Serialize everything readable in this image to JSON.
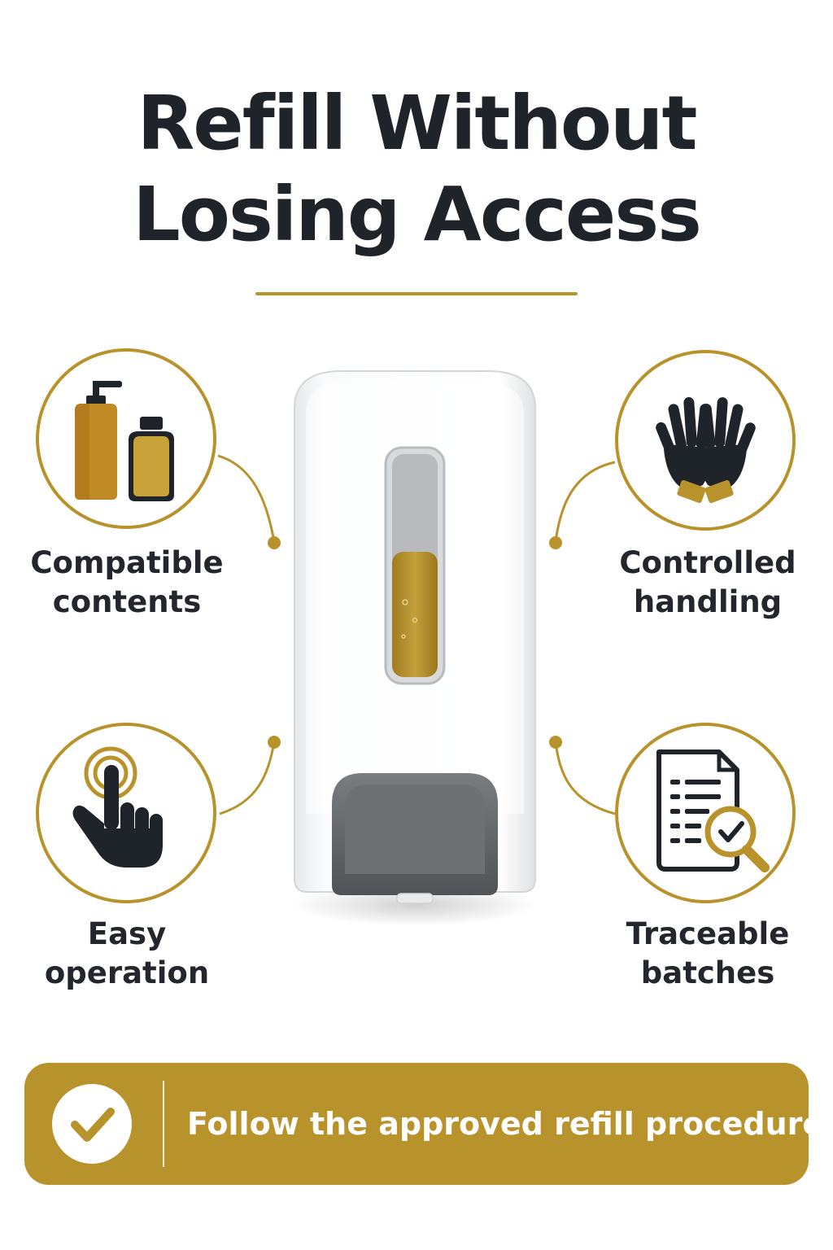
{
  "header": {
    "title_line1": "Refill Without",
    "title_line2": "Losing Access"
  },
  "features": [
    {
      "icon": "bottles-icon",
      "line1": "Compatible",
      "line2": "contents"
    },
    {
      "icon": "gloved-hands-icon",
      "line1": "Controlled",
      "line2": "handling"
    },
    {
      "icon": "tap-hand-icon",
      "line1": "Easy",
      "line2": "operation"
    },
    {
      "icon": "document-magnifier-check-icon",
      "line1": "Traceable",
      "line2": "batches"
    }
  ],
  "banner": {
    "icon": "checkmark-icon",
    "text": "Follow the approved refill procedure"
  },
  "colors": {
    "accent_gold": "#b8922a",
    "dark_text": "#1f242b",
    "background": "#ffffff"
  }
}
